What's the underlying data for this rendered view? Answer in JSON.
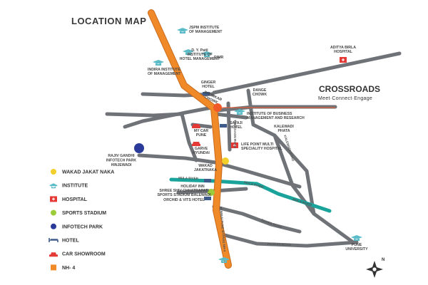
{
  "title": "LOCATION MAP",
  "brand": {
    "name": "CROSSROADS",
    "tagline": "Meet·Connect·Engage"
  },
  "compass_letter": "N",
  "places": {
    "jspm": [
      "JSPM INSTITUTE",
      "OF MANAGEMENT"
    ],
    "dypatil": [
      "D. Y. Patil",
      "INSTITUTE OF",
      "HOTEL MANAGEMENT"
    ],
    "dimr": [
      "DIMR"
    ],
    "indira": [
      "INDIRA INSTITUTE",
      "OF MANAGEMENT"
    ],
    "aditya": [
      "ADITYA BIRLA",
      "HOSPITAL"
    ],
    "ginger": [
      "GINGER",
      "HOTEL"
    ],
    "bhumkar": [
      "BHUMKAR",
      "CHOWK"
    ],
    "dange": [
      "DANGE",
      "CHOWK"
    ],
    "iibm": [
      "INSTITUTE OF BUSINESS",
      "MANAGEMENT AND RESEARCH"
    ],
    "sayaji": [
      "SAYAJI",
      "HOTEL"
    ],
    "mycar": [
      "MY CAR",
      "PUNE"
    ],
    "garve": [
      "GARVE",
      "HYUNDAI"
    ],
    "kalewadi": [
      "KALEWADI",
      "PHATA"
    ],
    "lifepoint": [
      "LIFE POINT MULTI",
      "SPECIALITY HOSPITAL"
    ],
    "rajiv": [
      "RAJIV GANDHI",
      "INFOTECH PARK",
      "HINJEWADI"
    ],
    "wakad": [
      "WAKAD",
      "JAKATNAKA"
    ],
    "holiday": [
      "HOLIDAY INN"
    ],
    "shree": [
      "SHREE SHIV CHHATRAPATI",
      "SPORTS STADIUM BALEWADI"
    ],
    "orchid": [
      "ORCHID & VITS HOTEL"
    ],
    "pune_uni": [
      "PUNE",
      "UNIVERSITY"
    ]
  },
  "roads": {
    "thergaon": "THERGAON ROAD",
    "kalewadi_road": "KALEWADI ROAD",
    "baner": "BANER ROAD",
    "pashan": "PASHAN ROAD",
    "mula_left": "MULA RIVER",
    "mula_mid": "MULA RIVER",
    "mula_right": "MULA RIVER",
    "nh4": "MUMBAI PUNE BYPASS NH-4"
  },
  "legend": [
    {
      "key": "wakad_jakat_naka",
      "label": "WAKAD JAKAT NAKA",
      "color": "#f2cf2a",
      "icon": "yellow-dot-icon"
    },
    {
      "key": "institute",
      "label": "INSTITUTE",
      "color": "#5bbcc7",
      "icon": "graduation-cap-icon"
    },
    {
      "key": "hospital",
      "label": "HOSPITAL",
      "color": "#e53935",
      "icon": "hospital-icon"
    },
    {
      "key": "sports_stadium",
      "label": "SPORTS STADIUM",
      "color": "#9ccc3a",
      "icon": "green-dot-icon"
    },
    {
      "key": "infotech_park",
      "label": "INFOTECH PARK",
      "color": "#2a3a9a",
      "icon": "blue-dot-icon"
    },
    {
      "key": "hotel",
      "label": "HOTEL",
      "color": "#3f5b8c",
      "icon": "bed-icon"
    },
    {
      "key": "car_showroom",
      "label": "CAR SHOWROOM",
      "color": "#e53935",
      "icon": "car-icon"
    },
    {
      "key": "nh4",
      "label": "NH- 4",
      "color": "#f08a28",
      "icon": "orange-square-icon"
    }
  ],
  "colors": {
    "road": "#6f7378",
    "highway": "#f08a28",
    "river": "#1aa39a",
    "pointer": "#f05a28"
  }
}
